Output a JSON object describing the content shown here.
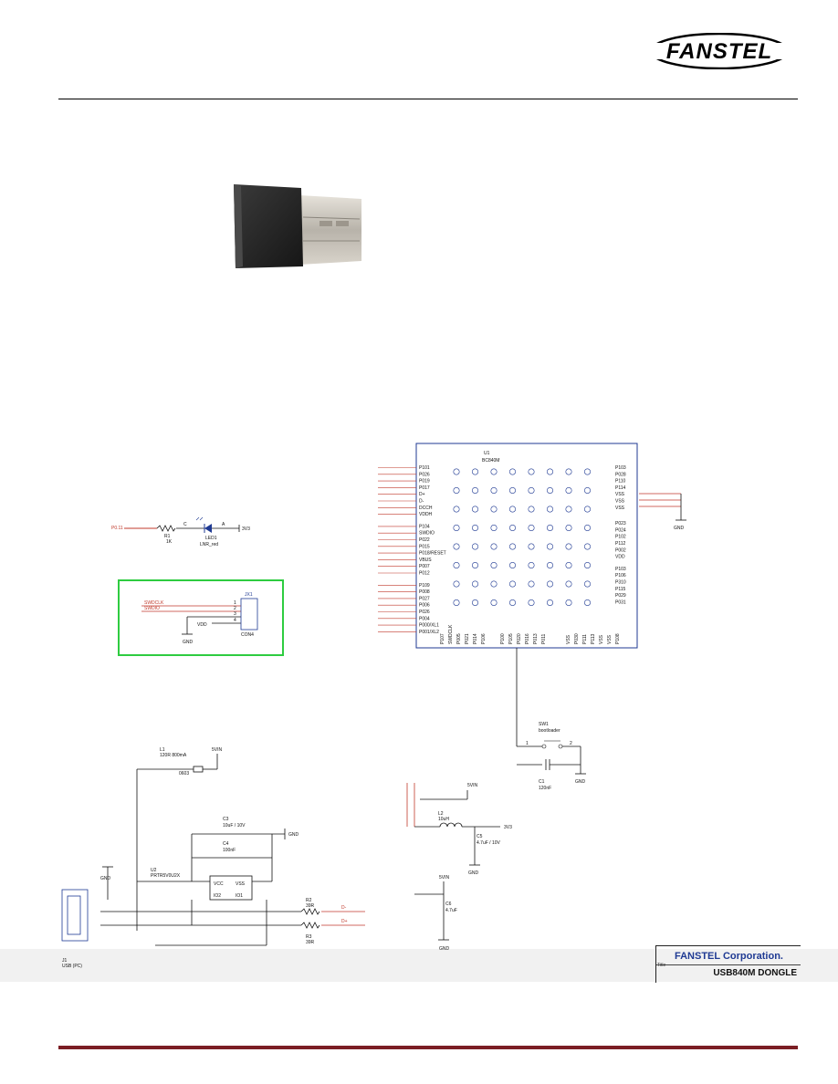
{
  "header": {
    "brand": "FANSTEL"
  },
  "led": {
    "net": "P0.11",
    "ref": "R1",
    "value": "1K",
    "pin_c": "C",
    "pin_a": "A",
    "led_ref": "LED1",
    "led_val": "LNR_red",
    "rail": "3V3"
  },
  "swd": {
    "ref": "JX1",
    "val": "CON4",
    "nets": [
      "SWDCLK",
      "SWDIO",
      "VDD"
    ],
    "pins": [
      "1",
      "2",
      "3",
      "4"
    ],
    "gnd": "GND"
  },
  "power": {
    "l1_ref": "L1",
    "l1_val": "120R 800mA",
    "l1_pkg": "0603",
    "vbus": "5VIN",
    "c3": "C3",
    "c3_val": "10uF / 10V",
    "c4": "C4",
    "c4_val": "100nF",
    "u2": "U2",
    "u2_val": "PRTR5V0U2X",
    "u2_pins": [
      "VCC",
      "VSS",
      "IO2",
      "IO1"
    ],
    "r2": "R2",
    "r2_val": "39R",
    "r3": "R3",
    "r3_val": "39R",
    "dm": "D-",
    "dp": "D+",
    "j1": "J1",
    "j1_val": "USB (PC)",
    "gnd": "GND"
  },
  "module": {
    "ref": "U1",
    "val": "BC840M",
    "left_pins": [
      "P101",
      "P026",
      "P019",
      "P017",
      "D+",
      "D-",
      "DCCH",
      "VDDH",
      "P104",
      "SWDIO",
      "P022",
      "P015",
      "P018/RESET",
      "VBUS",
      "P007",
      "P012",
      "P109",
      "P008",
      "P027",
      "P006",
      "P026",
      "P004",
      "P000/XL1",
      "P001/XL2"
    ],
    "right_pins": [
      "P103",
      "P028",
      "P110",
      "P114",
      "VSS",
      "VSS",
      "VSS",
      "P023",
      "P024",
      "P102",
      "P112",
      "P002",
      "VDD",
      "P103",
      "P106",
      "P310",
      "P115",
      "P029",
      "P031"
    ],
    "bottom_pins": [
      "P107",
      "SWDCLK",
      "P005",
      "P021",
      "P014",
      "P106",
      "P100",
      "P105",
      "P020",
      "P016",
      "P013",
      "P011",
      "VSS",
      "P030",
      "P111",
      "P113",
      "VSS",
      "VSS",
      "P108"
    ]
  },
  "boot": {
    "sw": "SW1",
    "sw_val": "bootloader",
    "c1": "C1",
    "c1_val": "120nF",
    "pins": [
      "1",
      "2"
    ],
    "gnd": "GND"
  },
  "reg": {
    "l2": "L2",
    "l2_val": "10uH",
    "c5": "C5",
    "c5_val": "4.7uF / 10V",
    "c6": "C6",
    "c6_val": "4.7uF",
    "rail_in": "5VIN",
    "rail_out": "3V3",
    "gnd": "GND"
  },
  "title_block": {
    "company": "FANSTEL Corporation.",
    "label": "Title",
    "title": "USB840M DONGLE"
  }
}
